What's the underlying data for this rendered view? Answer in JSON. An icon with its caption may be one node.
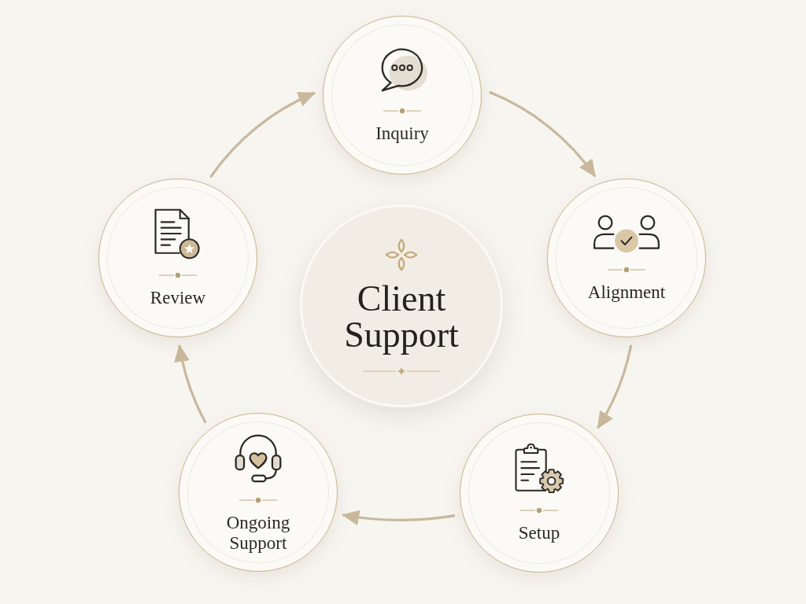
{
  "diagram": {
    "nodes": [
      {
        "text": [
          "Client Support"
        ]
      },
      {
        "text": [
          "Inquiry"
        ]
      },
      {
        "text": [
          "Alignment"
        ]
      },
      {
        "text": [
          "Setup"
        ]
      },
      {
        "text": [
          "Ongoing Support"
        ]
      },
      {
        "text": [
          "Review"
        ]
      }
    ],
    "edges": [
      {
        "from": 1,
        "to": 2,
        "arrow": "to"
      },
      {
        "from": 2,
        "to": 3,
        "arrow": "to"
      },
      {
        "from": 3,
        "to": 4,
        "arrow": "to"
      },
      {
        "from": 4,
        "to": 5,
        "arrow": "to"
      },
      {
        "from": 5,
        "to": 1,
        "arrow": "to"
      }
    ]
  }
}
